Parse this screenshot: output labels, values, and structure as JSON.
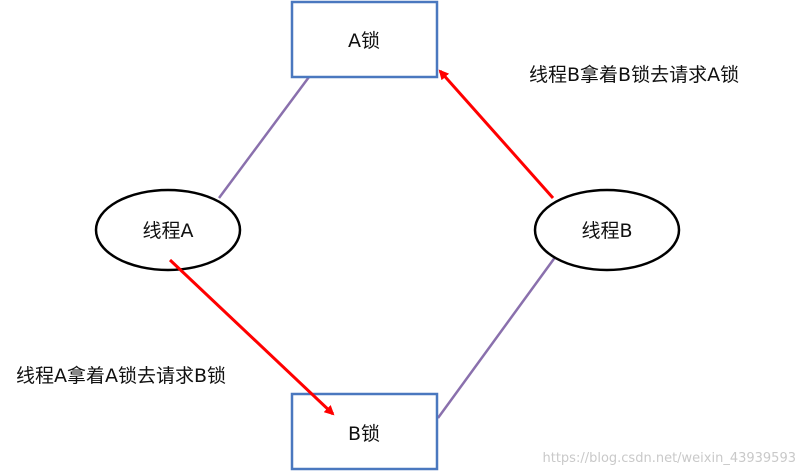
{
  "diagram": {
    "lock_a": {
      "label": "A锁"
    },
    "lock_b": {
      "label": "B锁"
    },
    "thread_a": {
      "label": "线程A"
    },
    "thread_b": {
      "label": "线程B"
    },
    "edge_labels": {
      "thread_a_requests_b": "线程A拿着A锁去请求B锁",
      "thread_b_requests_a": "线程B拿着B锁去请求A锁"
    },
    "watermark": "https://blog.csdn.net/weixin_43939593"
  },
  "colors": {
    "lock_border": "#4a78bf",
    "request_arrow": "#ff0000",
    "hold_line": "#8a70ad",
    "ellipse_border": "#000000"
  }
}
